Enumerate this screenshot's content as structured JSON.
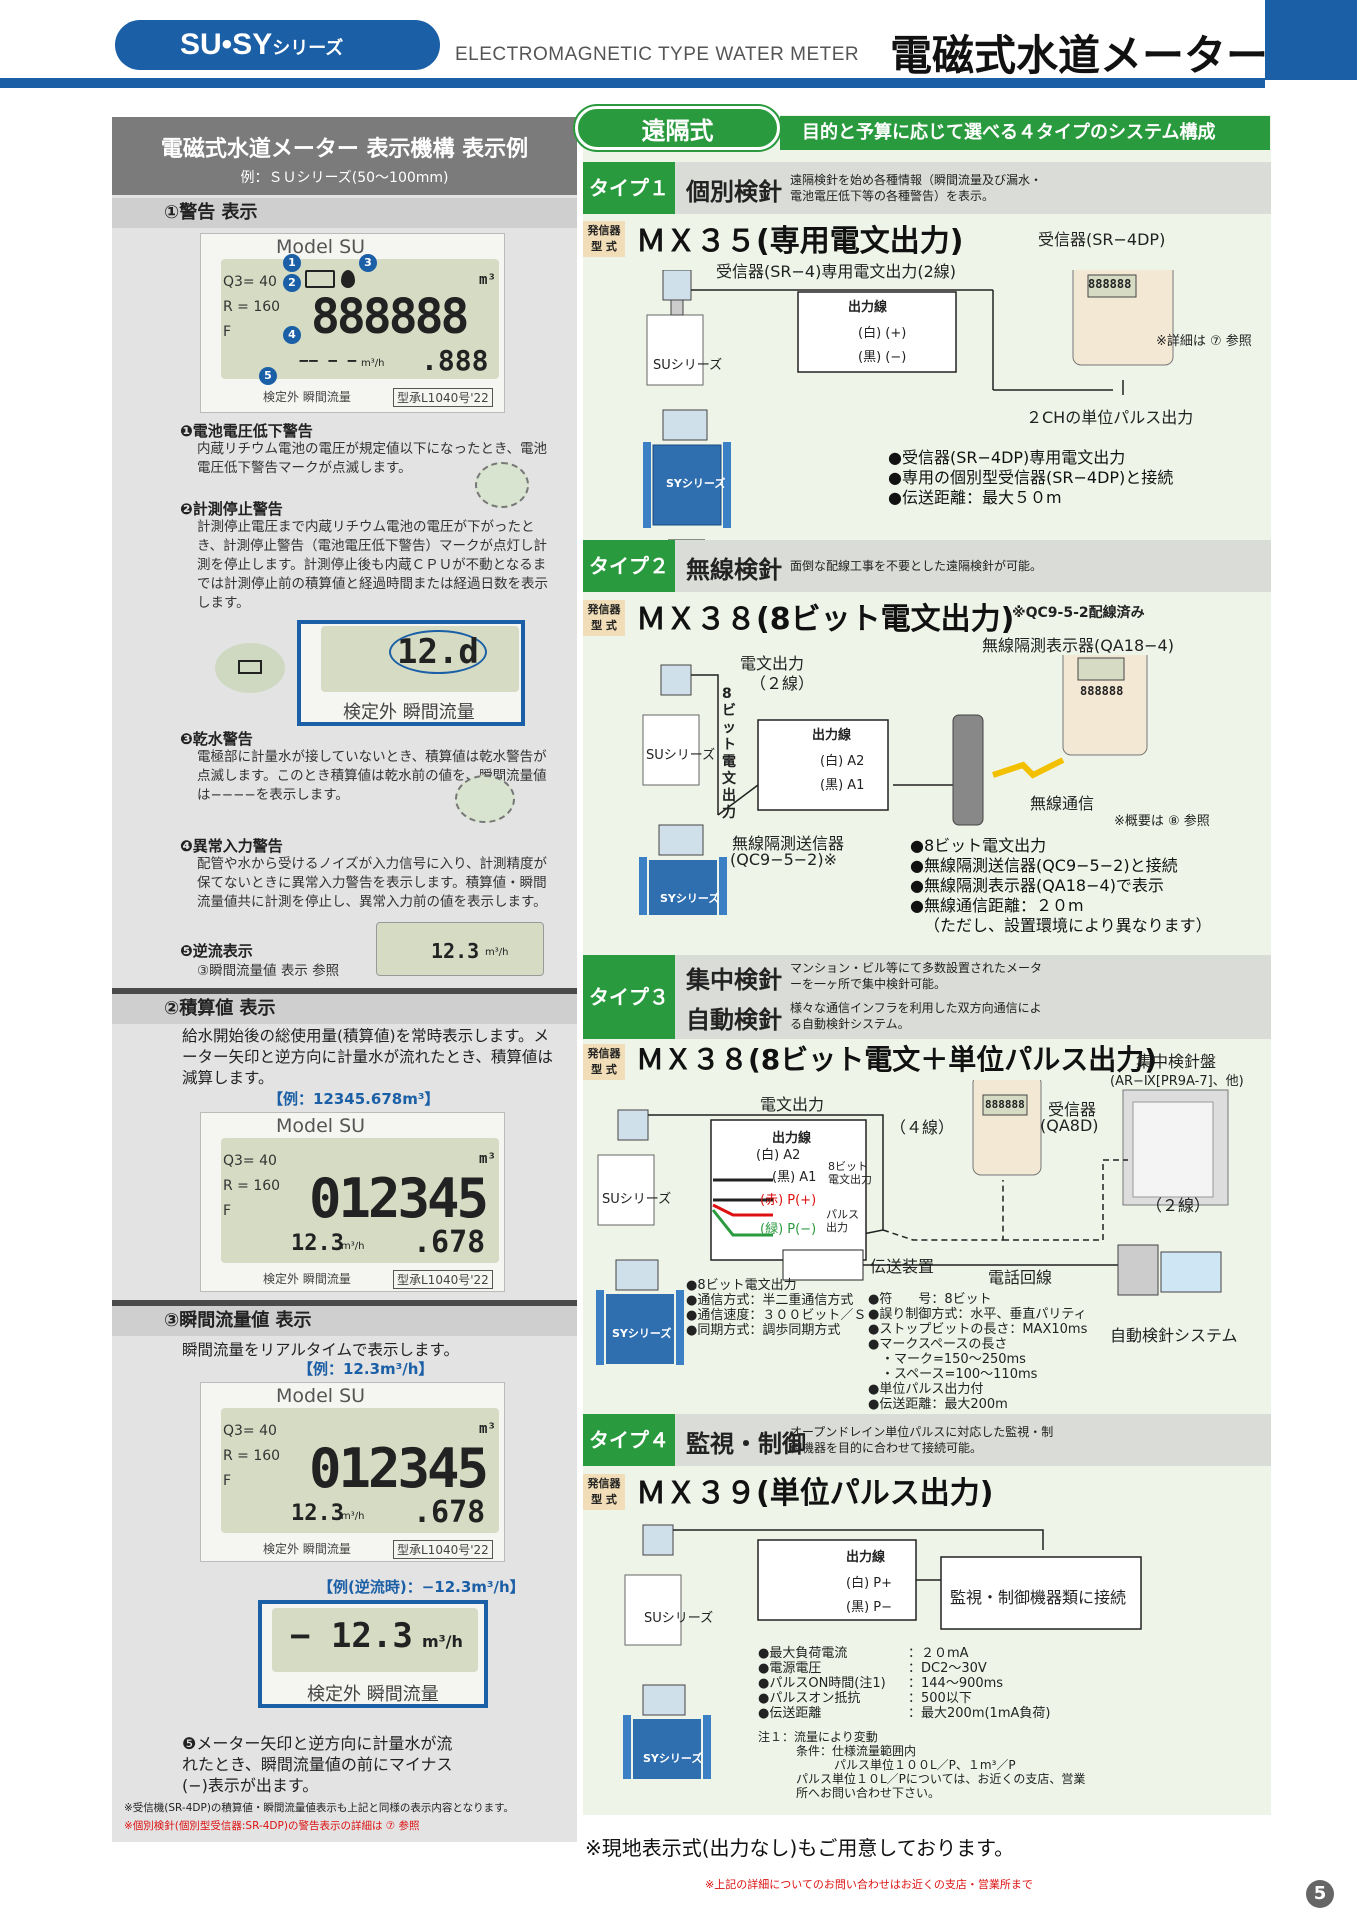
{
  "header": {
    "series": "SU•SY",
    "series_suffix": "シリーズ",
    "en_title": "ELECTROMAGNETIC TYPE WATER METER",
    "jp_title": "電磁式水道メーター"
  },
  "left": {
    "title": "電磁式水道メーター 表示機構 表示例",
    "subtitle": "例：ＳＵシリーズ(50～100mm)",
    "sec1": "①警告 表示",
    "lcd1": {
      "model": "Model SU",
      "q3": "Q3=  40",
      "r": "R = 160",
      "f": "F",
      "unit": "m³",
      "digits": "888888",
      "flow": "−− − −",
      "flow_unit": "m³/h",
      "dec": ".888",
      "footer1": "検定外 瞬間流量",
      "footer2": "型承L1040号'22",
      "n1": "1",
      "n2": "2",
      "n3": "3",
      "n4": "4",
      "n5": "5"
    },
    "w1_h": "❶電池電圧低下警告",
    "w1_p": "内蔵リチウム電池の電圧が規定値以下になったとき、電池電圧低下警告マークが点滅します。",
    "w2_h": "❷計測停止警告",
    "w2_p": "計測停止電圧まで内蔵リチウム電池の電圧が下がったとき、計測停止警告（電池電圧低下警告）マークが点灯し計測を停止します。計測停止後も内蔵ＣＰＵが不動となるまでは計測停止前の積算値と経過時間または経過日数を表示します。",
    "zoom1": {
      "value": "12.d",
      "footer": "検定外 瞬間流量"
    },
    "w3_h": "❸乾水警告",
    "w3_p": "電極部に計量水が接していないとき、積算値は乾水警告が点滅します。このとき積算値は乾水前の値を、瞬間流量値は−−−−を表示します。",
    "w4_h": "❹異常入力警告",
    "w4_p": "配管や水から受けるノイズが入力信号に入り、計測精度が保てないときに異常入力警告を表示します。積算値・瞬間流量値共に計測を停止し、異常入力前の値を表示します。",
    "w5_h": "❺逆流表示",
    "w5_p": "③瞬間流量値 表示 参照",
    "zoom2": {
      "value": "12.3",
      "unit": "m³/h"
    },
    "sec2": "②積算値 表示",
    "s2_p": "給水開始後の総使用量(積算値)を常時表示します。メーター矢印と逆方向に計量水が流れたとき、積算値は減算します。",
    "s2_ex": "【例：12345.678m³】",
    "lcd2": {
      "model": "Model SU",
      "q3": "Q3=  40",
      "r": "R = 160",
      "f": "F",
      "unit": "m³",
      "digits": "012345",
      "flow": "12.3",
      "flow_unit": "m³/h",
      "dec": ".678",
      "footer1": "検定外 瞬間流量",
      "footer2": "型承L1040号'22"
    },
    "sec3": "③瞬間流量値 表示",
    "s3_p": "瞬間流量をリアルタイムで表示します。",
    "s3_ex": "【例：12.3m³/h】",
    "lcd3": {
      "model": "Model SU",
      "q3": "Q3=  40",
      "r": "R = 160",
      "f": "F",
      "unit": "m³",
      "digits": "012345",
      "flow": "12.3",
      "flow_unit": "m³/h",
      "dec": ".678",
      "footer1": "検定外 瞬間流量",
      "footer2": "型承L1040号'22"
    },
    "s3_rev": "【例(逆流時)：−12.3m³/h】",
    "zoom3": {
      "value": "− 12.3",
      "unit": "m³/h",
      "footer": "検定外 瞬間流量"
    },
    "rev_note": "❺メーター矢印と逆方向に計量水が流れたとき、瞬間流量値の前にマイナス(−)表示が出ます。",
    "foot1": "※受信機(SR-4DP)の積算値・瞬間流量値表示も上記と同様の表示内容となります。",
    "foot2": "※個別検針(個別型受信器:SR-4DP)の警告表示の詳細は ⑦ 参照"
  },
  "right": {
    "badge": "遠隔式",
    "bar": "目的と予算に応じて選べる４タイプのシステム構成",
    "hassin": "発信器\n型 式",
    "t1": {
      "tag": "タイプ１",
      "name": "個別検針",
      "desc": "遠隔検針を始め各種情報（瞬間流量及び漏水・電池電圧低下等の各種警告）を表示。",
      "model": "ＭＸ３５(専用電文出力)",
      "receiver": "受信器(SR−4DP)",
      "line": "受信器(SR−4)専用電文出力(2線)",
      "out": "出力線",
      "white": "(白) (+)",
      "black": "(黒) (−)",
      "su": "SUシリーズ",
      "sy": "SYシリーズ",
      "detail": "※詳細は ⑦ 参照",
      "pulse": "２CHの単位パルス出力",
      "b1": "●受信器(SR−4DP)専用電文出力",
      "b2": "●専用の個別型受信器(SR−4DP)と接続",
      "b3": "●伝送距離：最大５０m",
      "disp": "888888"
    },
    "t2": {
      "tag": "タイプ２",
      "name": "無線検針",
      "desc": "面倒な配線工事を不要とした遠隔検針が可能。",
      "model": "ＭＸ３８(8ビット電文出力)",
      "qc": "※QC9-5-2配線済み",
      "recv": "無線隔測表示器(QA18−4)",
      "den": "電文出力",
      "den2": "（２線）",
      "vert": "8ビット電文出力",
      "out": "出力線",
      "white": "(白) A2",
      "black": "(黒) A1",
      "su": "SUシリーズ",
      "sy": "SYシリーズ",
      "tx": "無線隔測送信器",
      "tx2": "(QC9−5−2)※",
      "wl": "無線通信",
      "gaiyo": "※概要は ⑧ 参照",
      "b1": "●8ビット電文出力",
      "b2": "●無線隔測送信器(QC9−5−2)と接続",
      "b3": "●無線隔測表示器(QA18−4)で表示",
      "b4": "●無線通信距離：２０m",
      "b5": "（ただし、設置環境により異なります）",
      "disp": "888888"
    },
    "t3": {
      "tag": "タイプ３",
      "name1": "集中検針",
      "desc1": "マンション・ビル等にて多数設置されたメーターを一ヶ所で集中検針可能。",
      "name2": "自動検針",
      "desc2": "様々な通信インフラを利用した双方向通信による自動検針システム。",
      "model": "ＭＸ３８(8ビット電文＋単位パルス出力)",
      "panel": "集中検針盤",
      "panel2": "(AR−Ⅸ[PR9A-7]、他)",
      "recv": "受信器",
      "recv2": "(QA8D)",
      "den": "電文出力",
      "out": "出力線",
      "white": "(白) A2",
      "black": "(黒) A1",
      "redl": "(赤) P(+)",
      "green": "(緑) P(−)",
      "bit8": "8ビット電文出力",
      "pls": "パルス出力",
      "w4": "（４線）",
      "w2": "（２線）",
      "trans": "伝送装置",
      "tel": "電話回線",
      "auto": "自動検針システム",
      "su": "SUシリーズ",
      "sy": "SYシリーズ",
      "spec_l": [
        "●8ビット電文出力",
        "●通信方式：半二重通信方式",
        "●通信速度：３００ビット／Ｓ",
        "●同期方式：調歩同期方式"
      ],
      "spec_r": [
        "●符　　号：8ビット",
        "●誤り制御方式：水平、垂直パリティ",
        "●ストップビットの長さ：MAX10ms",
        "●マークスペースの長さ",
        "　・マーク=150～250ms",
        "　・スペース=100～110ms",
        "●単位パルス出力付",
        "●伝送距離：最大200m"
      ],
      "disp": "888888"
    },
    "t4": {
      "tag": "タイプ４",
      "name": "監視・制御",
      "desc": "オープンドレイン単位パルスに対応した監視・制御機器を目的に合わせて接続可能。",
      "model": "ＭＸ３９(単位パルス出力)",
      "out": "出力線",
      "white": "(白) P+",
      "black": "(黒) P−",
      "dev": "監視・制御機器類に接続",
      "su": "SUシリーズ",
      "sy": "SYシリーズ",
      "specs": [
        [
          "●最大負荷電流",
          "：２０mA"
        ],
        [
          "●電源電圧",
          "：DC2～30V"
        ],
        [
          "●パルスON時間(注1)",
          "：144～900ms"
        ],
        [
          "●パルスオン抵抗",
          "：500以下"
        ],
        [
          "●伝送距離",
          "：最大200m(1mA負荷)"
        ]
      ],
      "note1": "注１：流量により変動",
      "note2": "条件：仕様流量範囲内",
      "note3": "パルス単位１００L／P、１m³／P",
      "note4": "パルス単位１０L／Pについては、お近くの支店、営業所へお問い合わせ下さい。"
    },
    "footer": "※現地表示式(出力なし)もご用意しております。",
    "footer_small": "※上記の詳細についてのお問い合わせはお近くの支店・営業所まで"
  },
  "page": "5"
}
